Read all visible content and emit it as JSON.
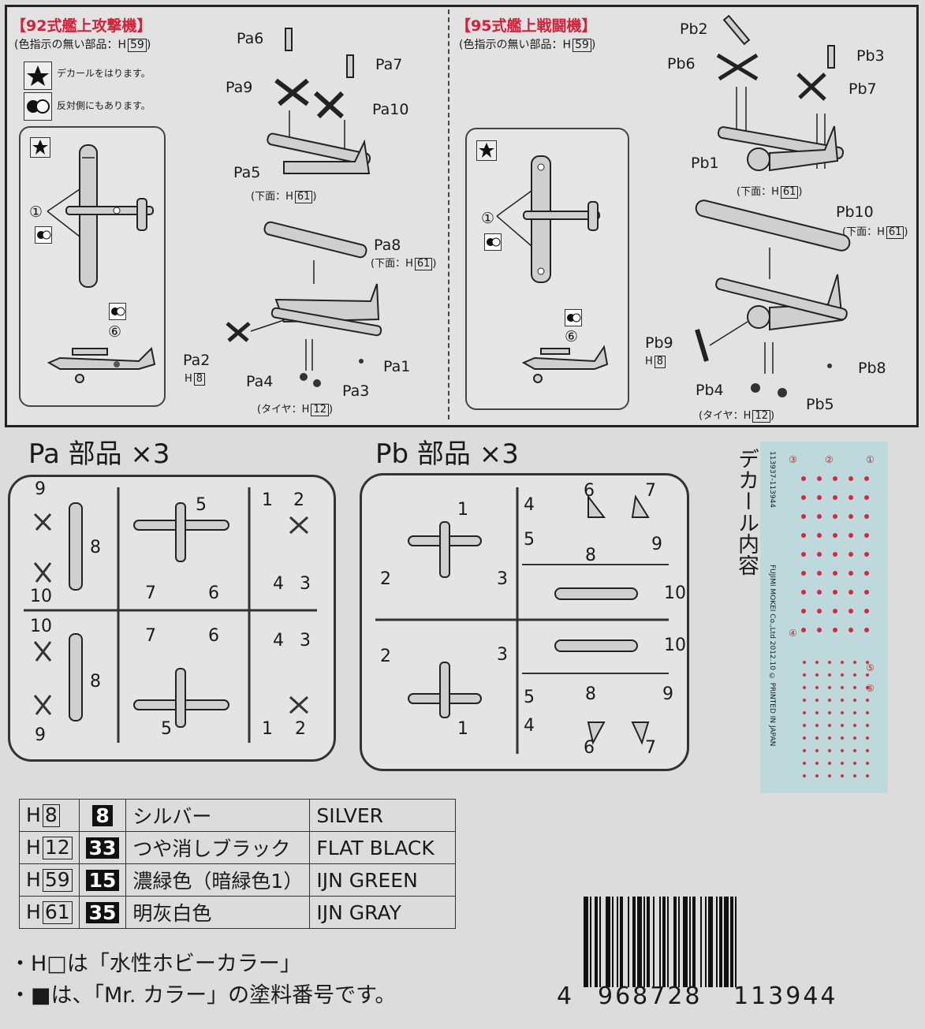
{
  "left_section": {
    "title": "【92式艦上攻撃機】",
    "uncolored_note": "(色指示の無い部品：H",
    "uncolored_code": "59",
    "uncolored_close": ")",
    "legend_decal": "デカールをはります。",
    "legend_opposite": "反対側にもあります。",
    "inset_decal_1": "①",
    "inset_decal_6": "⑥",
    "parts": {
      "pa6": "Pa6",
      "pa7": "Pa7",
      "pa9": "Pa9",
      "pa10": "Pa10",
      "pa5": "Pa5",
      "pa8": "Pa8",
      "pa2": "Pa2",
      "pa4": "Pa4",
      "pa3": "Pa3",
      "pa1": "Pa1"
    },
    "underside_note_prefix": "(下面：H",
    "underside_code": "61",
    "underside_note_suffix": ")",
    "pa2_color_prefix": "H",
    "pa2_color_code": "8",
    "tire_note_prefix": "(タイヤ：H",
    "tire_code": "12",
    "tire_note_suffix": ")"
  },
  "right_section": {
    "title": "【95式艦上戦闘機】",
    "uncolored_note": "(色指示の無い部品：H",
    "uncolored_code": "59",
    "uncolored_close": ")",
    "inset_decal_1": "①",
    "inset_decal_6": "⑥",
    "parts": {
      "pb2": "Pb2",
      "pb6": "Pb6",
      "pb3": "Pb3",
      "pb7": "Pb7",
      "pb1": "Pb1",
      "pb10": "Pb10",
      "pb9": "Pb9",
      "pb8": "Pb8",
      "pb4": "Pb4",
      "pb5": "Pb5"
    },
    "underside_note_prefix": "(下面：H",
    "underside_code": "61",
    "underside_note_suffix": ")",
    "pb9_color_prefix": "H",
    "pb9_color_code": "8",
    "tire_note_prefix": "(タイヤ：H",
    "tire_code": "12",
    "tire_note_suffix": ")"
  },
  "sprue_pa": {
    "title": "Pa 部品 ×3",
    "numbers": [
      "9",
      "8",
      "10",
      "5",
      "7",
      "6",
      "1",
      "2",
      "4",
      "3",
      "10",
      "8",
      "9",
      "7",
      "6",
      "5",
      "4",
      "3",
      "1",
      "2"
    ]
  },
  "sprue_pb": {
    "title": "Pb 部品 ×3",
    "numbers": [
      "1",
      "4",
      "6",
      "7",
      "5",
      "8",
      "9",
      "2",
      "3",
      "10",
      "2",
      "3",
      "10",
      "5",
      "8",
      "9",
      "4",
      "6",
      "7",
      "1"
    ]
  },
  "decal": {
    "title": "デカール内容",
    "code": "113937-113944",
    "maker": "FUJIMI MOKEI Co.,Ltd 2012.10 © PRINTED IN JAPAN",
    "circles": [
      "③",
      "②",
      "①",
      "④",
      "⑤",
      "⑥"
    ]
  },
  "paint_table": [
    {
      "h": "8",
      "mr": "8",
      "jp": "シルバー",
      "en": "SILVER"
    },
    {
      "h": "12",
      "mr": "33",
      "jp": "つや消しブラック",
      "en": "FLAT BLACK"
    },
    {
      "h": "59",
      "mr": "15",
      "jp": "濃緑色（暗緑色1）",
      "en": "IJN GREEN"
    },
    {
      "h": "61",
      "mr": "35",
      "jp": "明灰白色",
      "en": "IJN GRAY"
    }
  ],
  "paint_prefix": "H",
  "notes": {
    "note1": "・H□は「水性ホビーカラー」",
    "note2": "・■は、「Mr. カラー」の塗料番号です。"
  },
  "barcode": {
    "first": "4",
    "group1": "968728",
    "group2": "113944"
  },
  "colors": {
    "accent_red": "#d4213a",
    "decal_bg": "#bdd9db",
    "decal_dot": "#d6283f"
  }
}
